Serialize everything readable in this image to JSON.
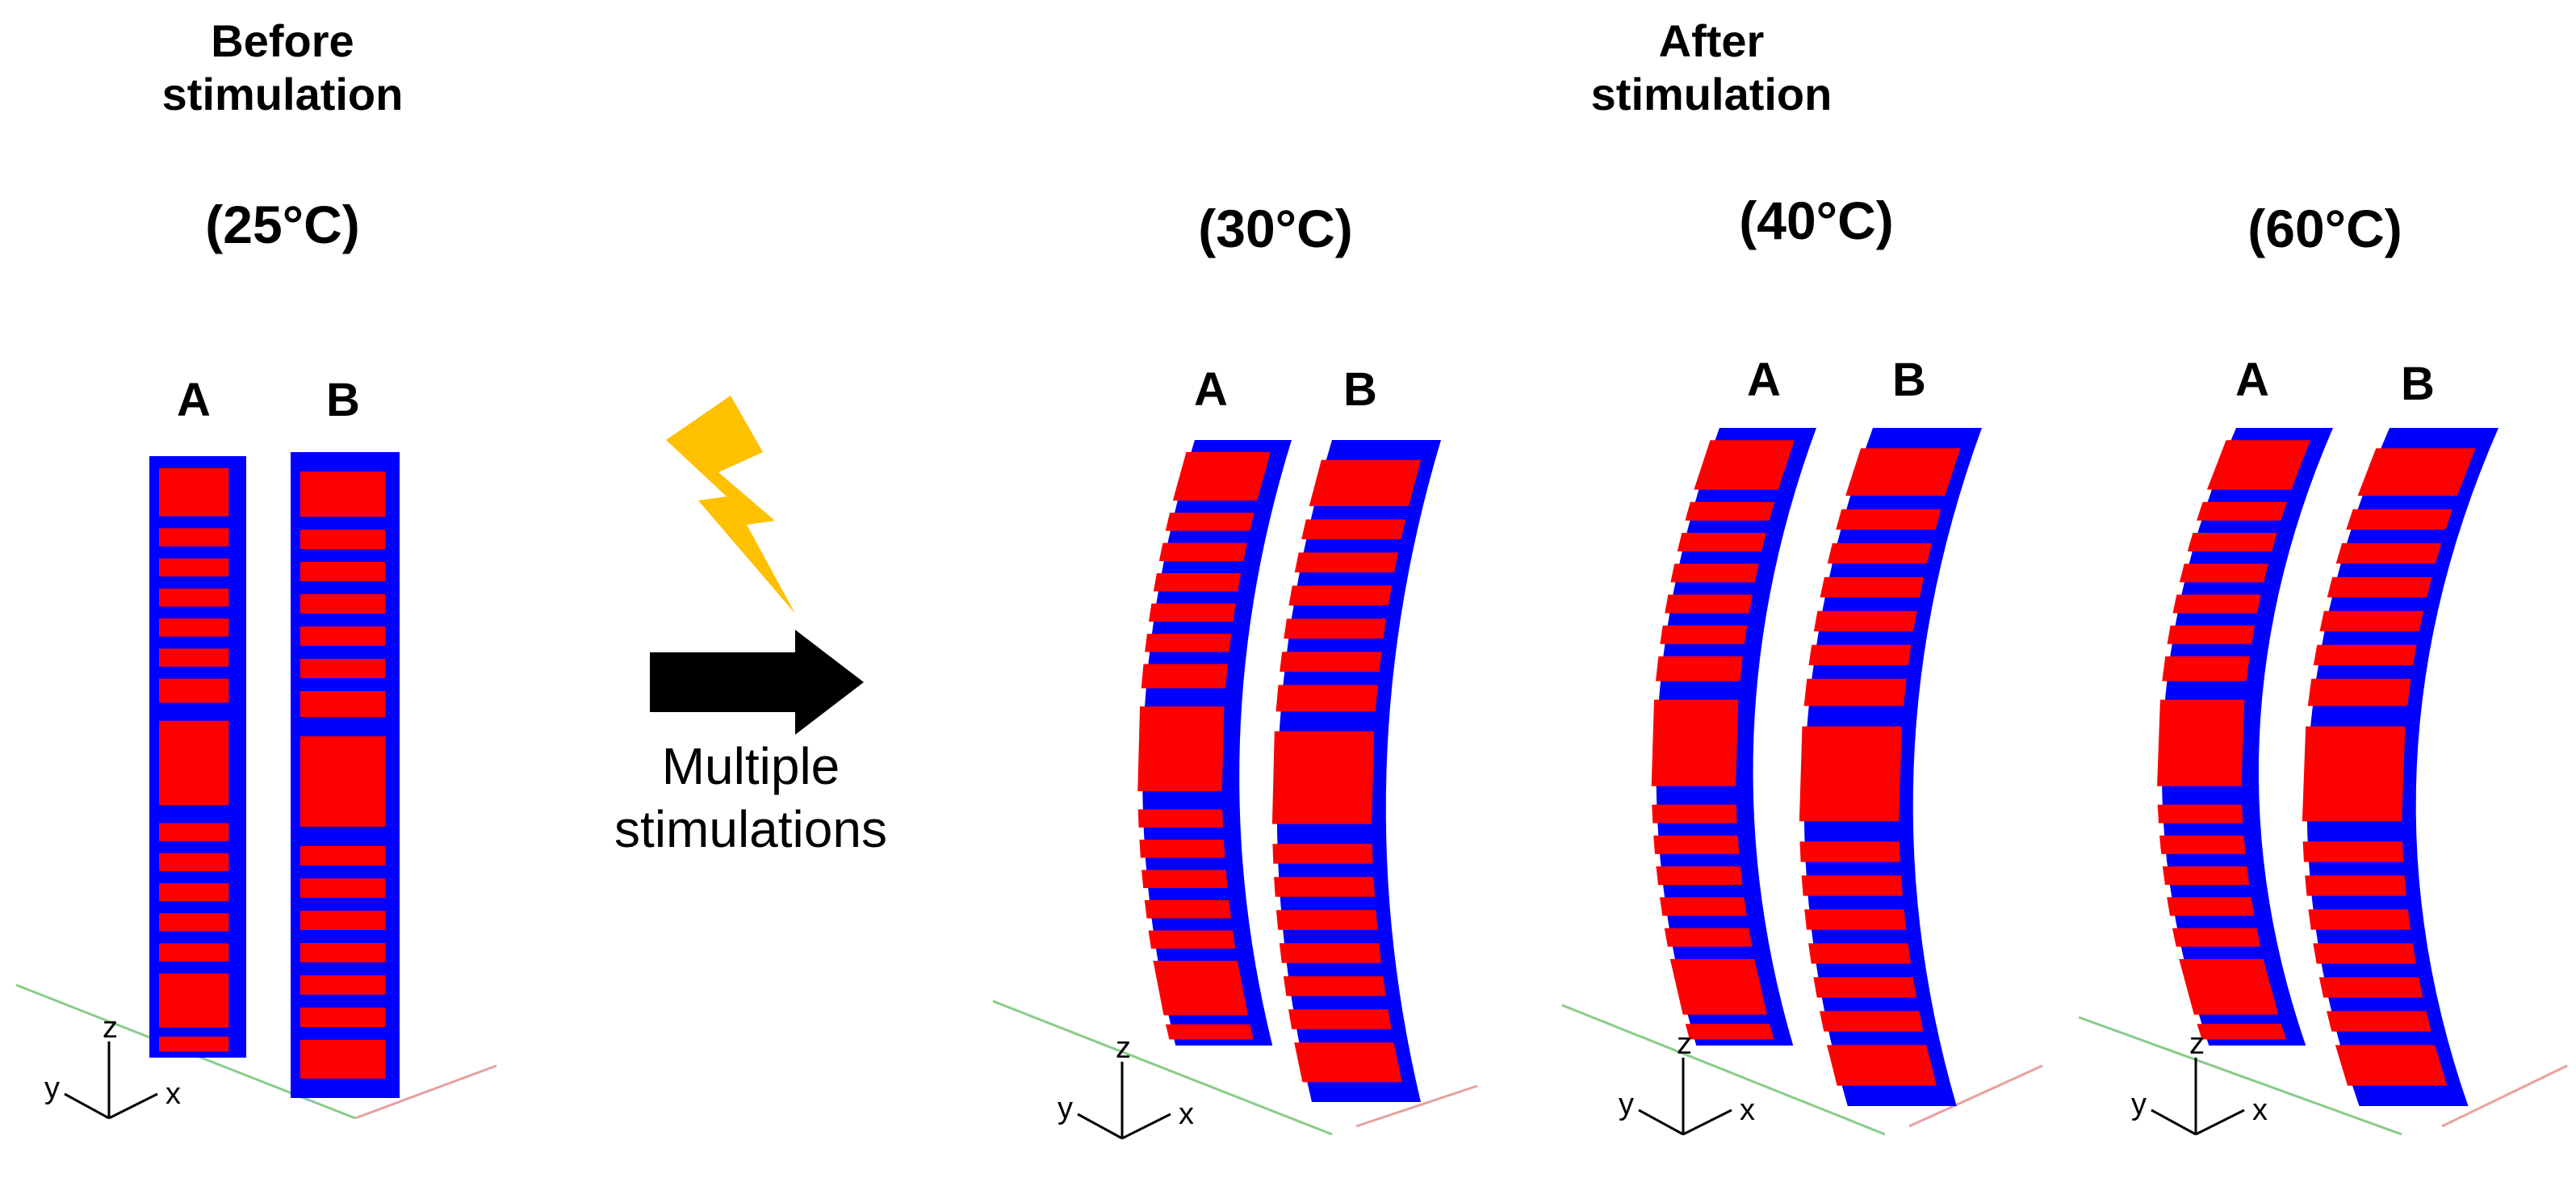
{
  "titles": {
    "before": "Before\nstimulation",
    "after": "After\nstimulation"
  },
  "panels": [
    {
      "temperature": "(25°C)",
      "labels": [
        "A",
        "B"
      ],
      "state": "straight"
    },
    {
      "temperature": "(30°C)",
      "labels": [
        "A",
        "B"
      ],
      "state": "bent"
    },
    {
      "temperature": "(40°C)",
      "labels": [
        "A",
        "B"
      ],
      "state": "bent"
    },
    {
      "temperature": "(60°C)",
      "labels": [
        "A",
        "B"
      ],
      "state": "bent"
    }
  ],
  "arrow": {
    "label": "Multiple\nstimulations",
    "icon": "lightning-bolt-icon"
  },
  "axes": {
    "x": "x",
    "y": "y",
    "z": "z"
  },
  "colors": {
    "frame": "#0000ff",
    "segment": "#ff0000",
    "lightning": "#ffc000",
    "arrow": "#000000",
    "axis_y_line": "#88cc88",
    "axis_x_line": "#e8a0a0"
  }
}
